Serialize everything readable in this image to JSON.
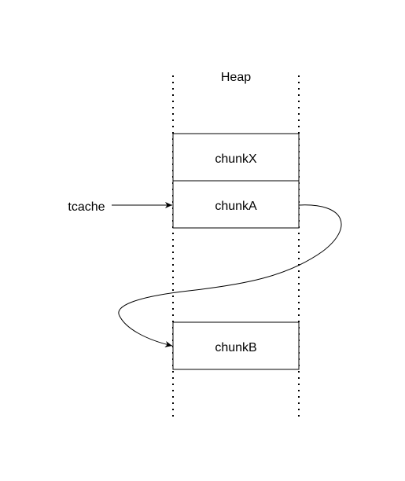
{
  "diagram": {
    "heap_label": "Heap",
    "pointer_label": "tcache",
    "chunks": {
      "x": "chunkX",
      "a": "chunkA",
      "b": "chunkB"
    },
    "colors": {
      "stroke": "#000000",
      "background": "#ffffff"
    }
  }
}
